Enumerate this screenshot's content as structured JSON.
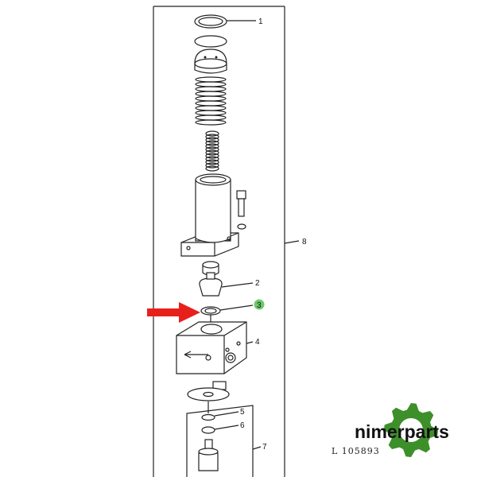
{
  "diagram": {
    "callouts": [
      "1",
      "2",
      "3",
      "4",
      "5",
      "6",
      "7",
      "8"
    ],
    "highlighted_callout": "3",
    "drawing_code": "L 105893",
    "colors": {
      "highlight": "#6cc96a",
      "arrow": "#e8201c",
      "logo_green": "#3d8f2a"
    }
  },
  "logo": {
    "text": "nimerparts"
  }
}
